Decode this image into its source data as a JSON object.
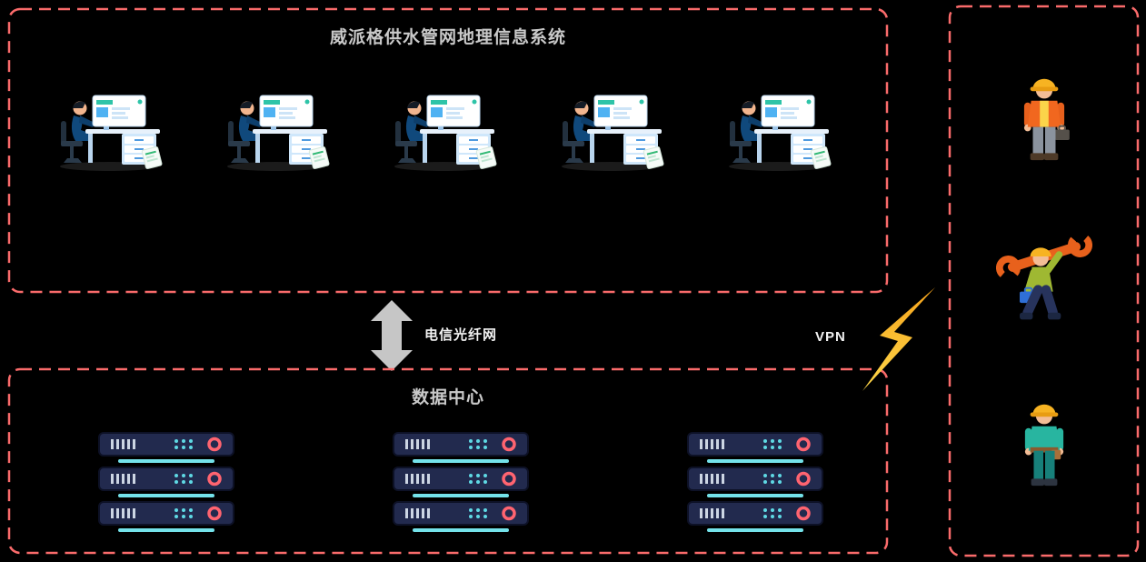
{
  "diagram": {
    "gis": {
      "title": "威派格供水管网地理信息系统",
      "workstation_icon": "gis-operator-workstation-icon",
      "workstation_count": 5
    },
    "link": {
      "label": "电信光纤网",
      "icon": "bidirectional-arrow-icon"
    },
    "vpn": {
      "label": "VPN",
      "icon": "lightning-bolt-icon"
    },
    "datacenter": {
      "title": "数据中心",
      "rack_icon": "server-rack-icon",
      "rack_count": 3,
      "units_per_rack": 3
    },
    "field": {
      "worker_icons": [
        "construction-worker-icon",
        "pipe-wrench-worker-icon",
        "field-technician-icon"
      ]
    },
    "colors": {
      "background": "#000000",
      "panel_border": "#fa6b6b",
      "title_text": "#c9c9c9",
      "label_text": "#f2f2f2",
      "arrow": "#c6c6c6",
      "lightning_top": "#f6a41c",
      "lightning_bottom": "#ffd84a",
      "server_body": "#222a4e",
      "server_accent": "#74e2ea",
      "server_power": "#ff6470"
    }
  }
}
